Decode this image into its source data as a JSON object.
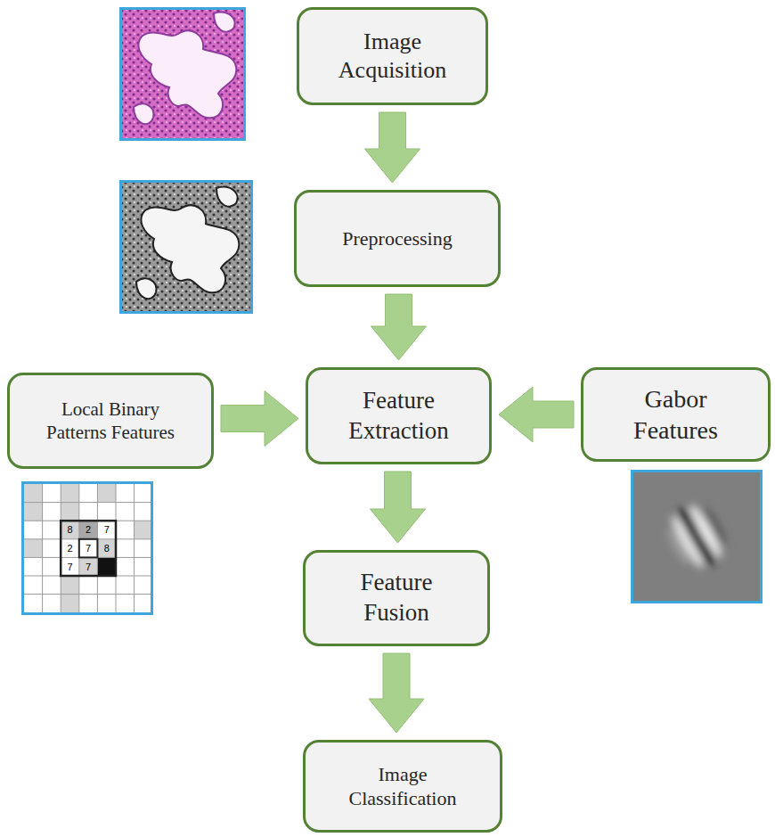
{
  "diagram": {
    "nodes": [
      {
        "text": [
          "Image Acquisition"
        ]
      },
      {
        "text": [
          "Preprocessing"
        ]
      },
      {
        "text": [
          "Local Binary Patterns Features"
        ]
      },
      {
        "text": [
          "Feature Extraction"
        ]
      },
      {
        "text": [
          "Gabor Features"
        ]
      },
      {
        "text": [
          "Feature Fusion"
        ]
      },
      {
        "text": [
          "Image Classification"
        ]
      }
    ],
    "edges": [
      {
        "from": 0,
        "to": 1,
        "arrow": "to"
      },
      {
        "from": 1,
        "to": 3,
        "arrow": "to"
      },
      {
        "from": 2,
        "to": 3,
        "arrow": "to"
      },
      {
        "from": 4,
        "to": 3,
        "arrow": "to"
      },
      {
        "from": 3,
        "to": 5,
        "arrow": "to"
      },
      {
        "from": 5,
        "to": 6,
        "arrow": "to"
      }
    ],
    "labels": [
      "8",
      "2",
      "7",
      "2",
      "7",
      "8",
      "7",
      "7"
    ]
  }
}
